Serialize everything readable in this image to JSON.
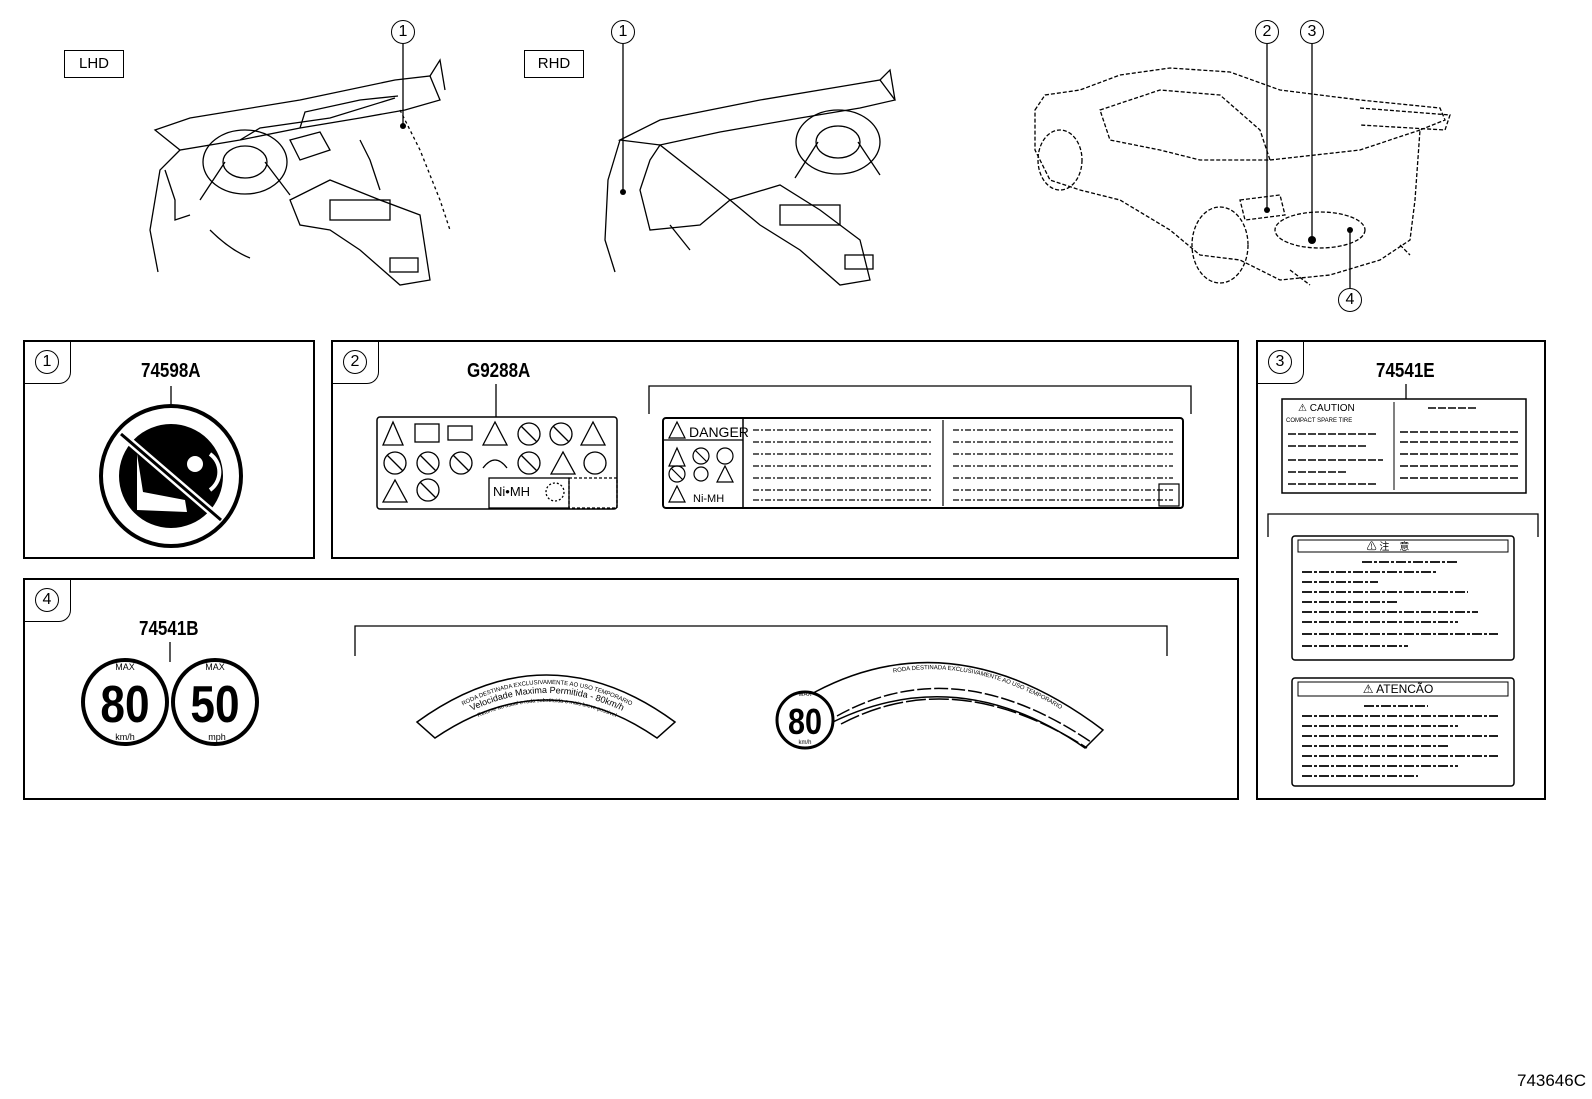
{
  "tags": {
    "lhd": "LHD",
    "rhd": "RHD"
  },
  "callouts": [
    "1",
    "2",
    "3",
    "4"
  ],
  "panels": [
    {
      "num": "1",
      "part": "74598A",
      "label_text": "AIRBAG"
    },
    {
      "num": "2",
      "part": "G9288A",
      "ni_mh": "Ni•MH",
      "danger": "DANGER",
      "ni_mh_alt": "Ni-MH"
    },
    {
      "num": "3",
      "part": "74541E",
      "caution": "CAUTION",
      "compact": "COMPACT SPARE TIRE",
      "jp_caution": "注　意",
      "atencao": "ATENCÃO"
    },
    {
      "num": "4",
      "part": "74541B",
      "speed_kmh": "80",
      "speed_mph": "50",
      "max": "MAX",
      "kmh": "km/h",
      "mph": "mph",
      "arc_line1": "RODA DESTINADA EXCLUSIVAMENTE AO USO TEMPORARIO",
      "arc_line2": "Velocidade Maxima Permitida - 80km/h",
      "arc_line3": "Retorne ao usual o roda substituida o mais breve possivel",
      "arc2_text": "RODA DESTINADA EXCLUSIVAMENTE AO USO TEMPORARIO"
    }
  ],
  "diagram_code": "743646C"
}
